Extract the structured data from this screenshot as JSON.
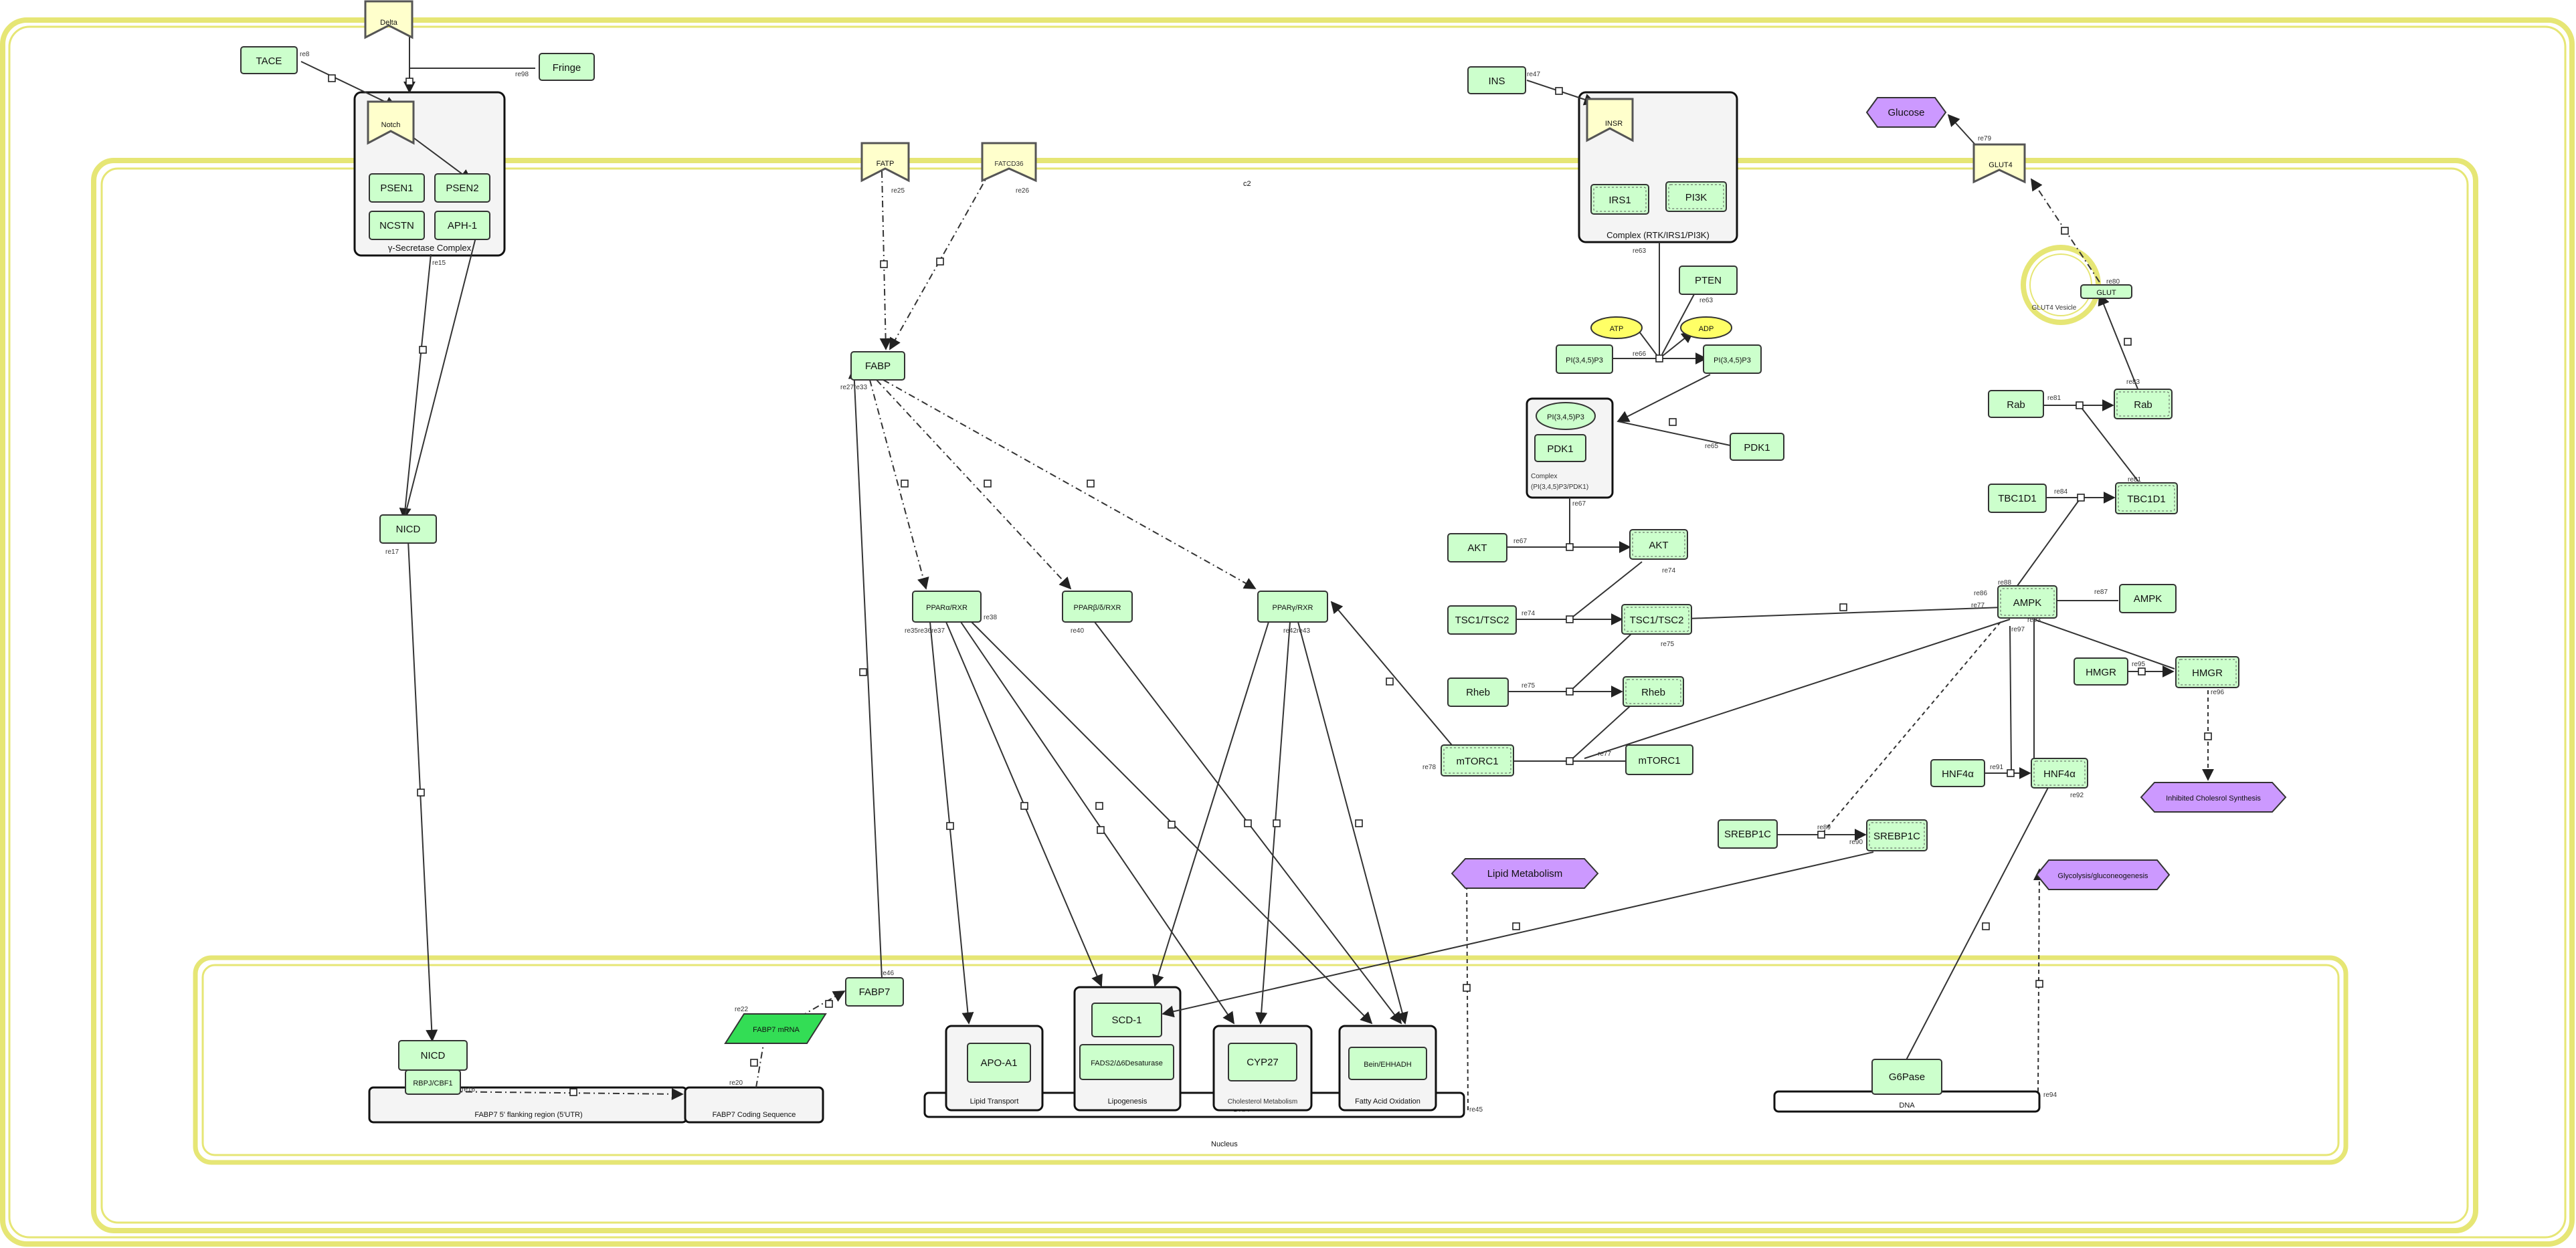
{
  "compartments": {
    "cell_label": "c2",
    "nucleus_label": "Nucleus",
    "gamma_secretase": "γ-Secretase Complex",
    "rtk_complex": "Complex (RTK/IRS1/PI3K)",
    "pdk1_complex_line1": "Complex",
    "pdk1_complex_line2": "(PI(3,4,5)P3/PDK1)",
    "glut4_vesicle": "GLUT4 Vesicle",
    "lipid_transport": "Lipid Transport",
    "lipogenesis": "Lipogenesis",
    "cholesterol_metabolism": "Cholesterol Metabolism",
    "fatty_acid_oxidation": "Fatty Acid Oxidation",
    "dna_main": "DNA",
    "dna_right": "DNA",
    "fabp7_flanking": "FABP7 5' flanking region (5'UTR)",
    "fabp7_coding": "FABP7 Coding Sequence"
  },
  "nodes": {
    "delta": "Delta",
    "tace": "TACE",
    "fringe": "Fringe",
    "notch": "Notch",
    "psen1": "PSEN1",
    "psen2": "PSEN2",
    "ncstn": "NCSTN",
    "aph1": "APH-1",
    "fatp": "FATP",
    "fatcd36": "FATCD36",
    "fabp": "FABP",
    "nicd_cyto": "NICD",
    "ppara": "PPARα/RXR",
    "pparbd": "PPARβ/δ/RXR",
    "pparg": "PPARγ/RXR",
    "ins": "INS",
    "insr": "INSR",
    "irs1": "IRS1",
    "pi3k": "PI3K",
    "pten": "PTEN",
    "atp": "ATP",
    "adp": "ADP",
    "pip3_a": "PI(3,4,5)P3",
    "pip3_b": "PI(3,4,5)P3",
    "pip3_c": "PI(3,4,5)P3",
    "pdk1_c": "PDK1",
    "pdk1": "PDK1",
    "akt_a": "AKT",
    "akt_b": "AKT",
    "tsc_a": "TSC1/TSC2",
    "tsc_b": "TSC1/TSC2",
    "rheb_a": "Rheb",
    "rheb_b": "Rheb",
    "mtorc1_a": "mTORC1",
    "mtorc1_b": "mTORC1",
    "glucose": "Glucose",
    "glut4": "GLUT4",
    "glut": "GLUT",
    "rab_a": "Rab",
    "rab_b": "Rab",
    "tbc1d1_a": "TBC1D1",
    "tbc1d1_b": "TBC1D1",
    "ampk_a": "AMPK",
    "ampk_b": "AMPK",
    "hmgr_a": "HMGR",
    "hmgr_b": "HMGR",
    "hnf4a_a": "HNF4α",
    "hnf4a_b": "HNF4α",
    "inhibited_chol": "Inhibited Cholesrol Synthesis",
    "srebp_a": "SREBP1C",
    "srebp_b": "SREBP1C",
    "lipid_metab": "Lipid Metabolism",
    "glyco": "Glycolysis/gluconeogenesis",
    "fabp7": "FABP7",
    "fabp7_mrna": "FABP7 mRNA",
    "nicd_nuc": "NICD",
    "rbpj": "RBPJ/CBF1",
    "apoa1": "APO-A1",
    "scd1": "SCD-1",
    "fads": "FADS2/Δ6Desaturase",
    "cyp27": "CYP27",
    "bein": "Bein/EHHADH",
    "g6pase": "G6Pase"
  },
  "reactions": {
    "re8": "re8",
    "re98": "re98",
    "re25": "re25",
    "re26": "re26",
    "re15": "re15",
    "re17": "re17",
    "re27": "re27re33",
    "re35": "re35re36re37",
    "re38": "re38",
    "re40": "re40",
    "re42": "re42re43",
    "re47": "re47",
    "re63": "re63",
    "re63b": "re63",
    "re65": "re65",
    "re66": "re66",
    "re67": "re67",
    "re67b": "re67",
    "re74": "re74",
    "re74b": "re74",
    "re75": "re75",
    "re75b": "re75",
    "re77": "re77",
    "re77b": "re77",
    "re78": "re78",
    "re79": "re79",
    "re80": "re80",
    "re81": "re81",
    "re81b": "re81",
    "re83": "re83",
    "re84": "re84",
    "re86": "re86",
    "re87": "re87",
    "re88": "re88",
    "re89": "re89",
    "re90": "re90",
    "re91": "re91",
    "re92": "re92",
    "re93": "re93",
    "re94": "re94",
    "re95": "re95",
    "re96": "re96",
    "re97": "re97",
    "re45": "re45",
    "re46": "re46",
    "re22": "re22",
    "re20": "re20",
    "re16": "re16"
  },
  "colors": {
    "compartment_yellow": "#e6e675",
    "protein_fill": "#ccffcc",
    "phenotype_fill": "#cc99ff",
    "mrna_fill": "#33dd55",
    "receptor_fill": "#ffffcc",
    "ion_fill": "#ffff66"
  }
}
